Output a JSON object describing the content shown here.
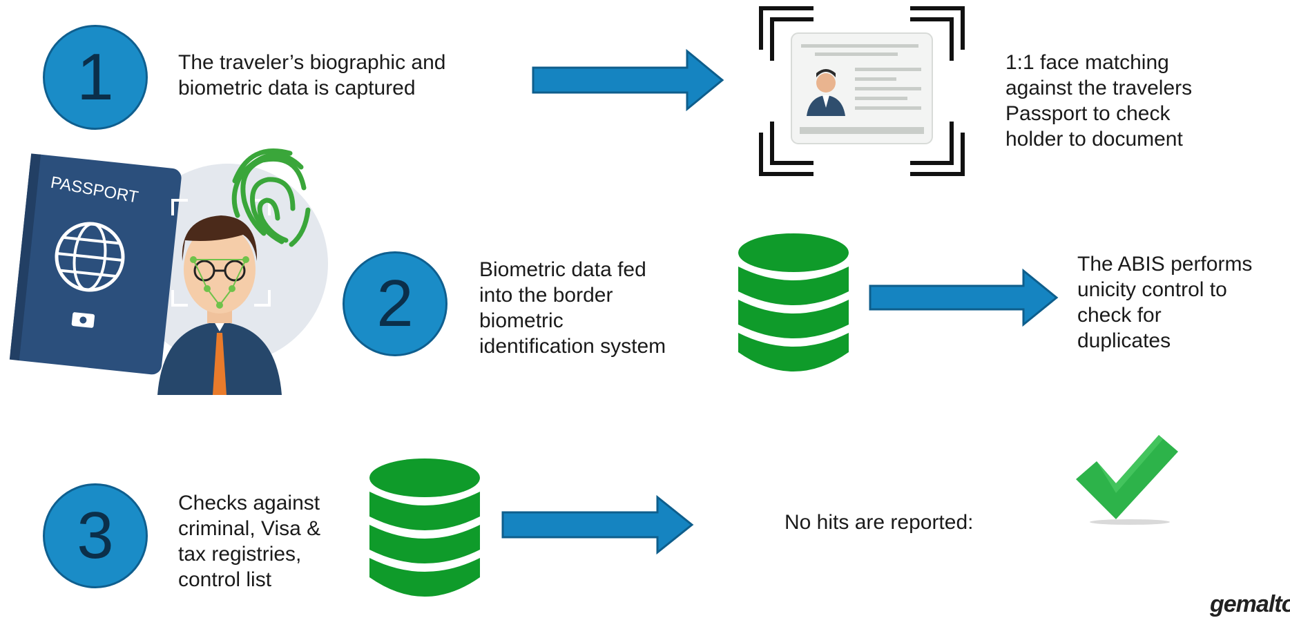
{
  "steps": [
    {
      "number": "1",
      "text": "The traveler’s biographic and\nbiometric data is captured"
    },
    {
      "number": "2",
      "text": "Biometric data fed\ninto the border\nbiometric\nidentification system"
    },
    {
      "number": "3",
      "text": "Checks against\ncriminal, Visa &\ntax registries,\ncontrol list"
    }
  ],
  "results": {
    "face_matching": "1:1 face matching\nagainst the travelers\nPassport to check\nholder to document",
    "abis": "The ABIS performs\nunicity control to\ncheck for\nduplicates",
    "no_hits": "No hits are reported:"
  },
  "illustration": {
    "passport_label": "PASSPORT"
  },
  "logo": "gemalto",
  "colors": {
    "circle": "#1a8cc7",
    "arrow": "#1584c1",
    "database": "#0f9b2a",
    "check": "#2db34a"
  },
  "icons": [
    "id-card-scan-icon",
    "database-icon",
    "arrow-right-icon",
    "checkmark-icon",
    "fingerprint-icon",
    "passport-icon",
    "face-recognition-icon"
  ]
}
